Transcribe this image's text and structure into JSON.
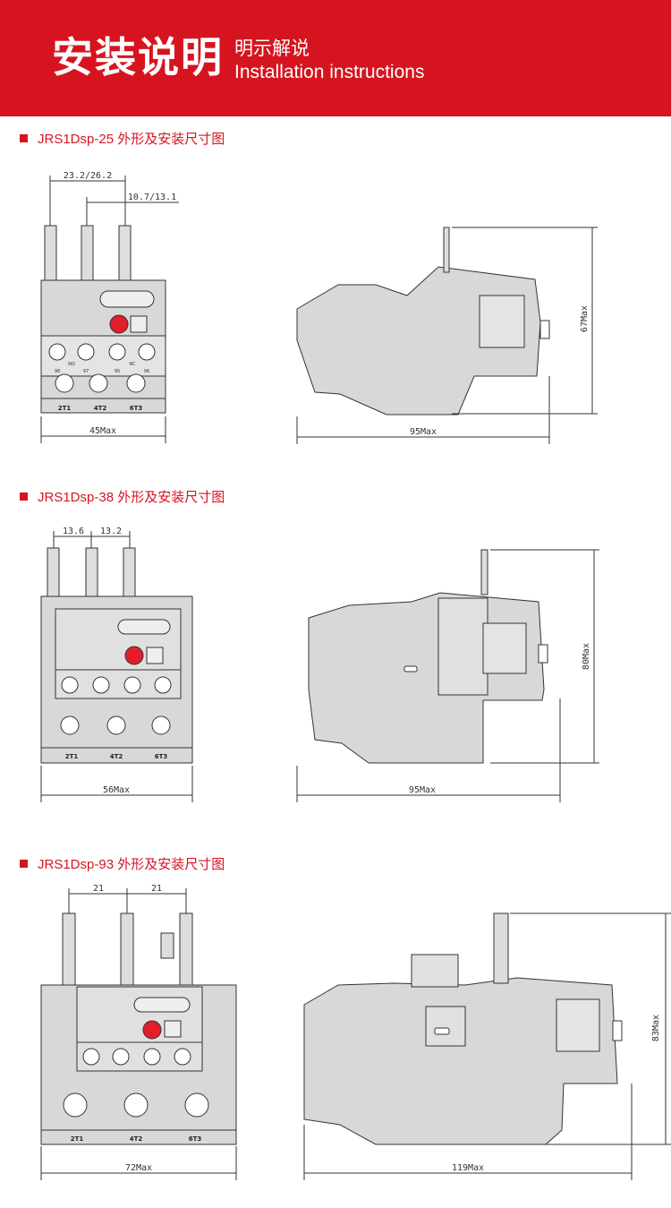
{
  "header": {
    "title_cn": "安装说明",
    "subtitle_cn": "明示解说",
    "subtitle_en": "Installation instructions",
    "bg_color": "#d6141f"
  },
  "sections": [
    {
      "title": "JRS1Dsp-25 外形及安装尺寸图",
      "front_dims": [
        "23.2/26.2",
        "10.7/13.1"
      ],
      "front_width": "45Max",
      "side_width": "95Max",
      "side_height": "67Max",
      "terminals_top": [
        "98",
        "97",
        "95",
        "96"
      ],
      "terminals_labels": [
        "NO",
        "NC"
      ],
      "terminals_bottom": [
        "2T1",
        "4T2",
        "6T3"
      ]
    },
    {
      "title": "JRS1Dsp-38 外形及安装尺寸图",
      "front_dims": [
        "13.6",
        "13.2"
      ],
      "front_width": "56Max",
      "side_width": "95Max",
      "side_height": "80Max",
      "terminals_bottom": [
        "2T1",
        "4T2",
        "6T3"
      ]
    },
    {
      "title": "JRS1Dsp-93 外形及安装尺寸图",
      "front_dims": [
        "21",
        "21"
      ],
      "front_width": "72Max",
      "side_width": "119Max",
      "side_height": "83Max",
      "terminals_bottom": [
        "2T1",
        "4T2",
        "6T3"
      ]
    }
  ]
}
